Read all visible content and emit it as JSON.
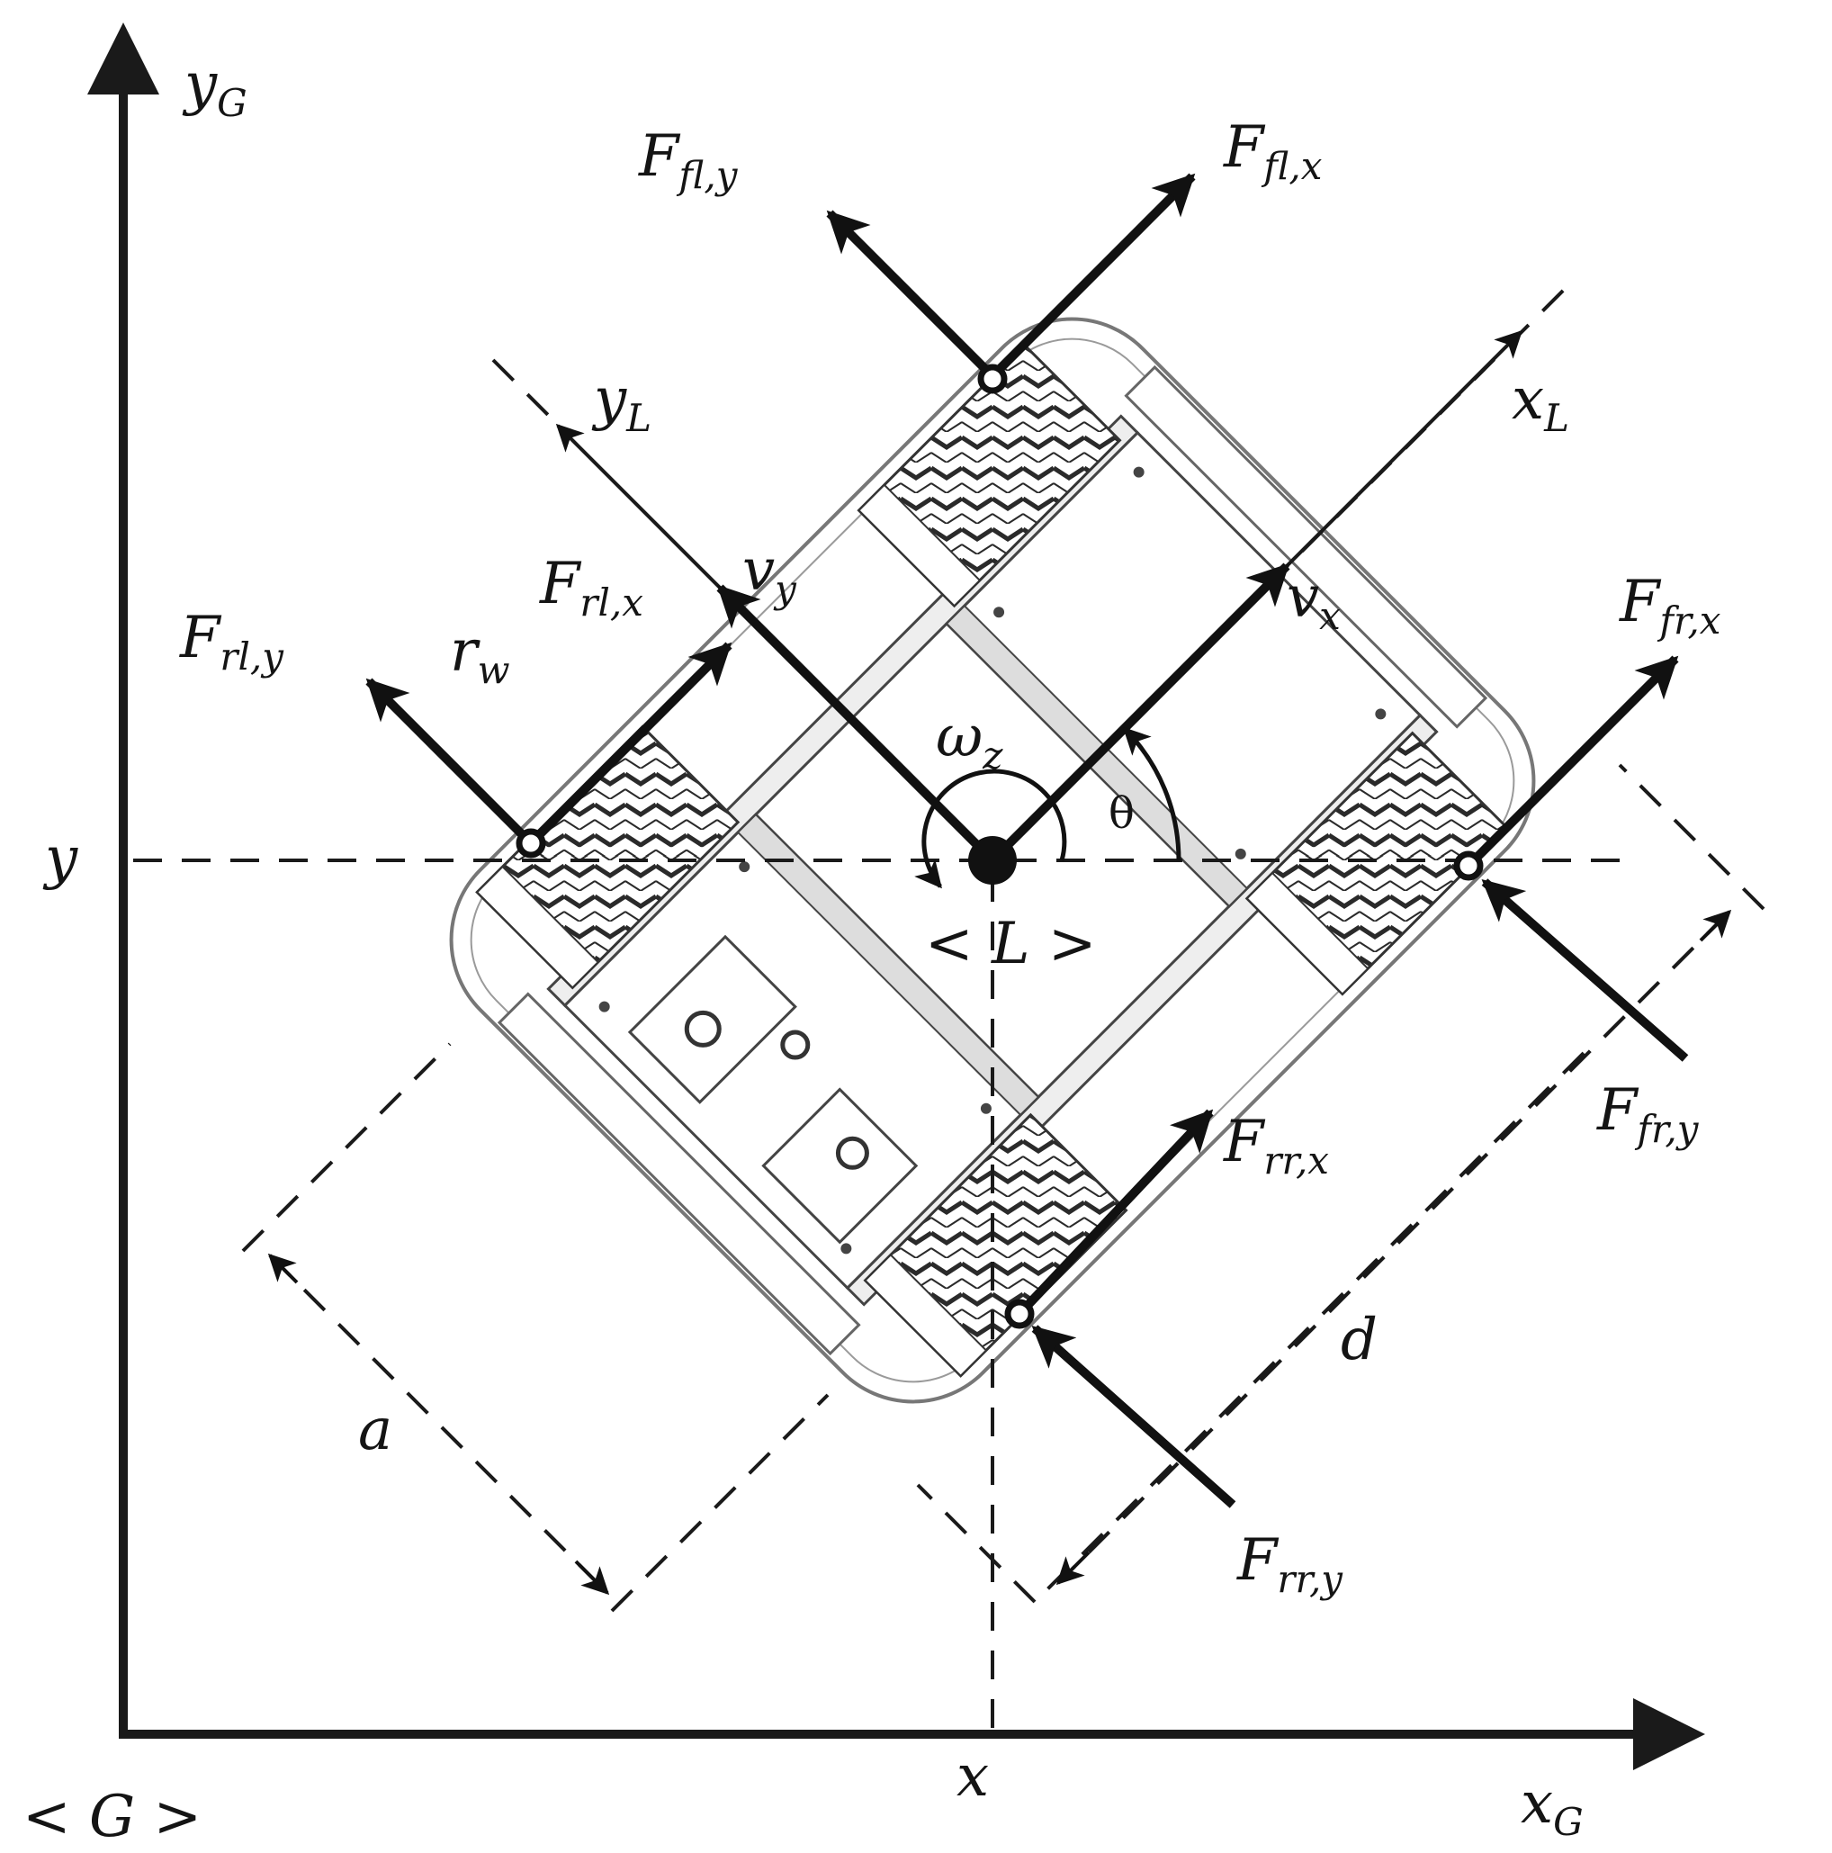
{
  "axes": {
    "global_y": {
      "main": "y",
      "sub": "G"
    },
    "global_x": {
      "main": "x",
      "sub": "G"
    },
    "local_x": {
      "main": "x",
      "sub": "L"
    },
    "local_y": {
      "main": "y",
      "sub": "L"
    },
    "frame_global": "< G >",
    "frame_local": "< L >",
    "y_marker": "y",
    "x_marker": "x"
  },
  "motion": {
    "vx": {
      "main": "v",
      "sub": "x"
    },
    "vy": {
      "main": "v",
      "sub": "y"
    },
    "omega": {
      "main": "ω",
      "sub": "z"
    },
    "theta": "θ"
  },
  "dimensions": {
    "a": "a",
    "d": "d",
    "rw": {
      "main": "r",
      "sub": "w"
    }
  },
  "forces": {
    "ffl_x": {
      "main": "F",
      "sub": "fl,x"
    },
    "ffl_y": {
      "main": "F",
      "sub": "fl,y"
    },
    "frl_x": {
      "main": "F",
      "sub": "rl,x"
    },
    "frl_y": {
      "main": "F",
      "sub": "rl,y"
    },
    "ffr_x": {
      "main": "F",
      "sub": "fr,x"
    },
    "ffr_y": {
      "main": "F",
      "sub": "fr,y"
    },
    "frr_x": {
      "main": "F",
      "sub": "rr,x"
    },
    "frr_y": {
      "main": "F",
      "sub": "rr,y"
    }
  },
  "colors": {
    "ink": "#1a1a1a",
    "frame": "#555555",
    "tread": "#333333"
  }
}
